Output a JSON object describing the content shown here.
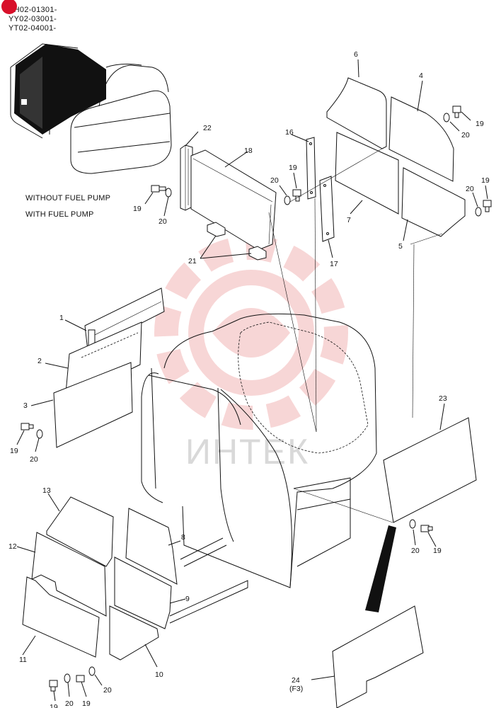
{
  "serial_ranges": [
    "YH02-01301-",
    "YY02-03001-",
    "YT02-04001-"
  ],
  "notes": [
    "WITHOUT FUEL PUMP",
    "WITH FUEL PUMP"
  ],
  "watermark": {
    "text": "ИНТЕК",
    "color": "#f2b5b5"
  },
  "callouts": {
    "n1": "1",
    "n2": "2",
    "n3": "3",
    "n4": "4",
    "n5": "5",
    "n6": "6",
    "n7": "7",
    "n8": "8",
    "n9": "9",
    "n10": "10",
    "n11": "11",
    "n12": "12",
    "n13": "13",
    "n16": "16",
    "n17": "17",
    "n18": "18",
    "n21": "21",
    "n22": "22",
    "n23": "23",
    "n24": "24",
    "n24_sub": "(F3)",
    "b19a": "19",
    "b20a": "20",
    "b19b": "19",
    "b20b": "20",
    "b19c": "19",
    "b20c": "20",
    "b19d": "19",
    "b20d": "20",
    "b19e": "19",
    "b20e": "20",
    "b19f": "19",
    "b20f": "20",
    "b19g": "19",
    "b20g": "20",
    "b19h": "19"
  },
  "colors": {
    "accent": "#d8102a",
    "line": "#111111"
  }
}
